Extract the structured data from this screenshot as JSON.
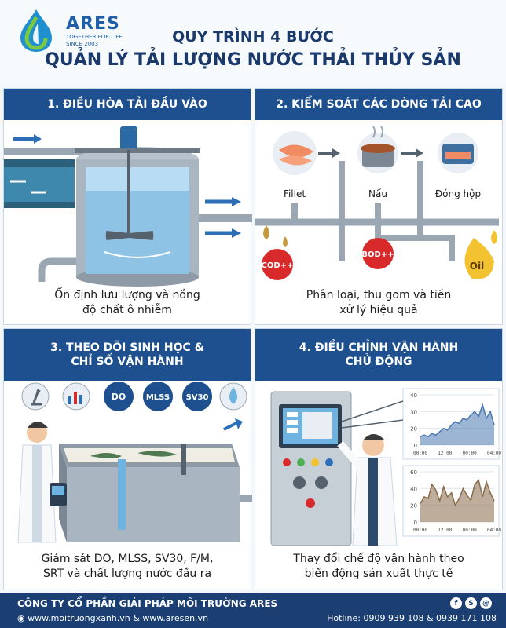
{
  "brand": {
    "name": "ARES",
    "tagline": "TOGETHER FOR LIFE",
    "since": "SINCE 2003",
    "color": "#1f5fa8"
  },
  "title": {
    "line1": "QUY TRÌNH 4 BƯỚC",
    "line2": "QUẢN LÝ TẢI LƯỢNG NƯỚC THẢI THỦY SẢN"
  },
  "steps": [
    {
      "heading": "1. ĐIỀU HÒA TẢI ĐẦU VÀO",
      "caption": "Ổn định lưu lượng và nồng\nđộ chất ô nhiễm"
    },
    {
      "heading": "2. KIỂM SOÁT CÁC DÒNG TẢI CAO",
      "caption": "Phân loại, thu gom và tiền\nxử lý hiệu quả",
      "sources": [
        "Fillet",
        "Nấu",
        "Đóng hộp"
      ],
      "badges": [
        "COD++",
        "BOD++",
        "Oil"
      ]
    },
    {
      "heading": "3. THEO DÕI SINH HỌC &\nCHỈ SỐ VẬN HÀNH",
      "caption": "Giám sát DO, MLSS, SV30, F/M,\nSRT và chất lượng nước đầu ra",
      "indicators": [
        "DO",
        "MLSS",
        "SV30"
      ]
    },
    {
      "heading": "4. ĐIỀU CHỈNH VẬN HÀNH\nCHỦ ĐỘNG",
      "caption": "Thay đổi chế độ vận hành theo\nbiến động sản xuất thực tế"
    }
  ],
  "chart_data": [
    {
      "type": "area",
      "x": [
        "00:00",
        "12:00",
        "00:00",
        "04:00"
      ],
      "y_ticks": [
        10,
        20,
        30,
        40
      ],
      "ylim": [
        10,
        40
      ],
      "values": [
        15,
        16,
        15,
        17,
        16,
        18,
        20,
        19,
        22,
        24,
        23,
        26,
        25,
        28,
        30,
        27,
        34,
        26,
        30,
        22
      ],
      "color": "#4a78b0"
    },
    {
      "type": "area",
      "x": [
        "00:00",
        "12:00",
        "00:00",
        "04:00"
      ],
      "y_ticks": [
        0,
        20,
        40,
        60
      ],
      "ylim": [
        0,
        60
      ],
      "values": [
        22,
        30,
        28,
        45,
        38,
        25,
        42,
        30,
        35,
        20,
        28,
        40,
        32,
        26,
        45,
        50,
        30,
        48,
        35,
        25
      ],
      "color": "#8a6a4a"
    }
  ],
  "footer": {
    "company": "CÔNG TY CỔ PHẦN GIẢI PHÁP MÔI TRƯỜNG ARES",
    "website": "www.moitruongxanh.vn & www.aresen.vn",
    "hotline": "Hotline: 0909 939 108 & 0939 171 108"
  },
  "colors": {
    "header_band": "#1e4f8f",
    "title": "#1b3a6b",
    "footer": "#1b3f73",
    "water": "#7fb6df",
    "pipe": "#9aa7b3",
    "arrow": "#2d6fb7"
  }
}
